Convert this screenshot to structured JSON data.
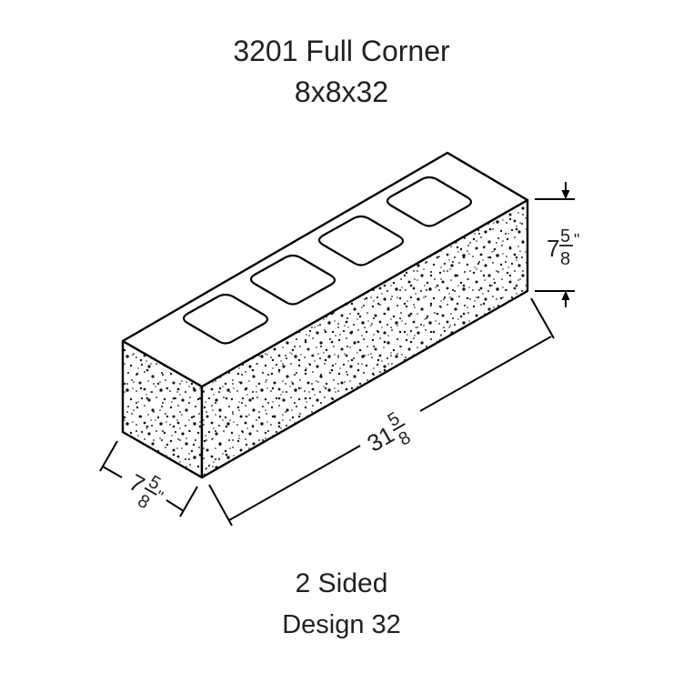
{
  "header": {
    "title": "3201 Full Corner",
    "size": "8x8x32"
  },
  "footer": {
    "sides": "2 Sided",
    "design": "Design 32"
  },
  "dimensions": {
    "height": {
      "whole": "7",
      "num": "5",
      "den": "8",
      "unit": "\""
    },
    "length": {
      "whole": "31",
      "num": "5",
      "den": "8",
      "unit": ""
    },
    "width": {
      "whole": "7",
      "num": "5",
      "den": "8",
      "unit": "\""
    }
  },
  "block": {
    "cores": 4,
    "faces_textured": 2,
    "line_color": "#000000",
    "speckle_color": "#1a1a1a"
  }
}
